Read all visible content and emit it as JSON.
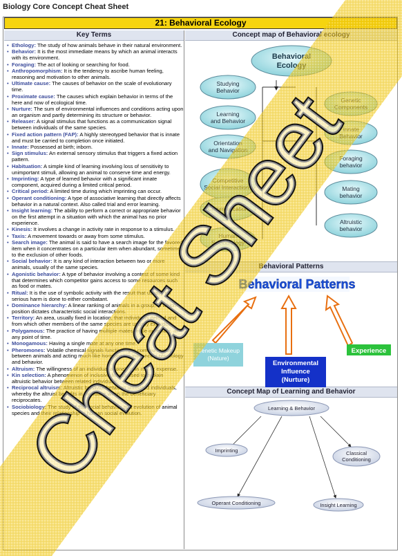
{
  "page": {
    "title": "Biology Core Concept Cheat Sheet"
  },
  "section": {
    "title": "21: Behavioral Ecology"
  },
  "left": {
    "heading": "Key Terms"
  },
  "terms": [
    {
      "term": "Ethology:",
      "def": "The study of how animals behave in their natural environment."
    },
    {
      "term": "Behavior:",
      "def": "It is the most immediate means by which an animal interacts with its environment."
    },
    {
      "term": "Foraging:",
      "def": "The act of looking or searching for food."
    },
    {
      "term": "Anthropomorphism:",
      "def": "It is the tendency to ascribe human feeling, reasoning and motivation to other animals."
    },
    {
      "term": "Ultimate cause:",
      "def": "The causes of behavior on the scale of evolutionary time."
    },
    {
      "term": "Proximate cause:",
      "def": "The causes which explain behavior in terms of the here and now of ecological time."
    },
    {
      "term": "Nurture:",
      "def": "The sum of environmental influences and conditions acting upon an organism and partly determining its structure or behavior."
    },
    {
      "term": "Releaser:",
      "def": "A signal stimulus that functions as a communication signal between individuals of the same species."
    },
    {
      "term": "Fixed action pattern (FAP):",
      "def": "A highly stereotyped behavior that is innate and must be carried to completion once initiated."
    },
    {
      "term": "Innate:",
      "def": "Possessed at birth; inborn."
    },
    {
      "term": "Sign stimulus:",
      "def": "An external sensory stimulus that triggers a fixed action pattern."
    },
    {
      "term": "Habituation:",
      "def": "A simple kind of learning involving loss of sensitivity to unimportant stimuli, allowing an animal to conserve time and energy."
    },
    {
      "term": "Imprinting:",
      "def": "A type of learned behavior with a significant innate component, acquired during a limited critical period."
    },
    {
      "term": "Critical period:",
      "def": "A limited time during which imprinting can occur."
    },
    {
      "term": "Operant conditioning:",
      "def": "A type of associative learning that directly affects behavior in a natural context. Also called trial and error learning."
    },
    {
      "term": "Insight learning:",
      "def": "The ability to perform a correct or appropriate behavior on the first attempt in a situation with which the animal has no prior experience."
    },
    {
      "term": "Kinesis:",
      "def": "It involves a change in activity rate in response to a stimulus."
    },
    {
      "term": "Taxis:",
      "def": "A movement towards or away from some stimulus."
    },
    {
      "term": "Search image:",
      "def": "The animal is said to have a search image for the favored item when it concentrates on a particular item when abundant, sometimes to the exclusion of other foods."
    },
    {
      "term": "Social behavior:",
      "def": "It is any kind of interaction between two or more animals, usually of the same species."
    },
    {
      "term": "Agonistic behavior:",
      "def": "A type of behavior involving a contest of some kind that determines which competitor gains access to some resources such as food or mates."
    },
    {
      "term": "Ritual:",
      "def": "It is the use of symbolic activity with the result that usually no serious harm is done to either combatant."
    },
    {
      "term": "Dominance hierarchy:",
      "def": "A linear ranking of animals in a group, in which position dictates characteristic social interactions."
    },
    {
      "term": "Territory:",
      "def": "An area, usually fixed in location, that individuals defend and from which other members of the same species are usually excluded."
    },
    {
      "term": "Polygamous:",
      "def": "The practice of having multiple mates, male or female, at any point of time."
    },
    {
      "term": "Monogamous:",
      "def": "Having a single mate at any one time."
    },
    {
      "term": "Pheromones:",
      "def": "Volatile chemical signals functioning in communication between animals and acting much like hormones in influencing physiology and behavior."
    },
    {
      "term": "Altruism:",
      "def": "The willingness of an individual at one's own risk or expense."
    },
    {
      "term": "Kin selection:",
      "def": "A phenomenon of inclusive fitness used to explain altruistic behavior between related individuals."
    },
    {
      "term": "Reciprocal altruism:",
      "def": "Altruistic behavior between unrelated individuals, whereby the altruist benefits in the future when the beneficiary reciprocates."
    },
    {
      "term": "Sociobiology:",
      "def": "The study of the social behavior and evolution of animal species and their relationship to human social evolution."
    }
  ],
  "concept_map": {
    "heading": "Concept map of Behavioral ecology",
    "root": "Behavioral Ecology",
    "left_nodes": [
      "Studying Behavior",
      "Learning and Behavior",
      "Orientation and Navigation",
      "Competitive Social Interactions",
      "Communication",
      "Human Sociobiology"
    ],
    "right_nodes": [
      "Genetic Components",
      "Innate Behavior",
      "Foraging behavior",
      "Mating behavior",
      "Altruistic behavior"
    ]
  },
  "patterns": {
    "heading": "Behavioral Patterns",
    "banner": "Behavioral Patterns",
    "genetic": "Genetic Makeup (Nature)",
    "environmental": "Environmental Influence (Nurture)",
    "experience": "Experience"
  },
  "learning_map": {
    "heading": "Concept Map of Learning and Behavior",
    "root": "Learning & Behavior",
    "nodes": [
      "Imprinting",
      "Classical Conditioning",
      "Operant Conditioning",
      "Insight Learning"
    ]
  },
  "watermark": {
    "text": "Cheat Sheet"
  },
  "colors": {
    "accent_yellow": "#f6d40f",
    "term_blue": "#3a4a9a",
    "node_teal": "#8fd3dc",
    "nurture_blue": "#1431c8",
    "experience_green": "#2cc23c",
    "arrow_orange": "#e86f10"
  }
}
